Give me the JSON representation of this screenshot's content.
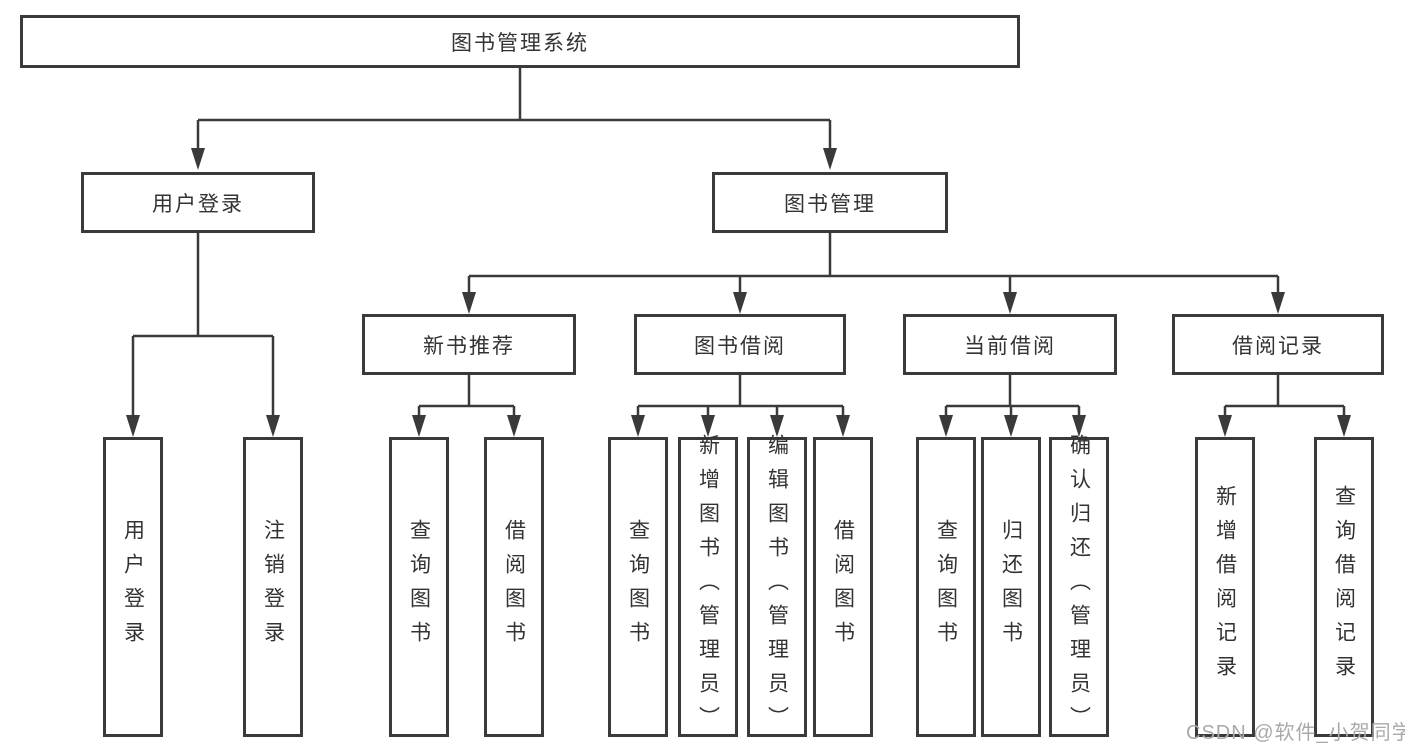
{
  "diagram": {
    "root": {
      "label": "图书管理系统"
    },
    "branches": [
      {
        "label": "用户登录",
        "children": [
          {
            "label": "用户登录"
          },
          {
            "label": "注销登录"
          }
        ]
      },
      {
        "label": "图书管理",
        "children": [
          {
            "label": "新书推荐",
            "children": [
              {
                "label": "查询图书"
              },
              {
                "label": "借阅图书"
              }
            ]
          },
          {
            "label": "图书借阅",
            "children": [
              {
                "label": "查询图书"
              },
              {
                "label": "新增图书（管理员）"
              },
              {
                "label": "编辑图书（管理员）"
              },
              {
                "label": "借阅图书"
              }
            ]
          },
          {
            "label": "当前借阅",
            "children": [
              {
                "label": "查询图书"
              },
              {
                "label": "归还图书"
              },
              {
                "label": "确认归还（管理员）"
              }
            ]
          },
          {
            "label": "借阅记录",
            "children": [
              {
                "label": "新增借阅记录"
              },
              {
                "label": "查询借阅记录"
              }
            ]
          }
        ]
      }
    ]
  },
  "watermark": {
    "text": "CSDN @软件_小贺同学"
  },
  "colors": {
    "line": "#3a3a3a",
    "box_border": "#3a3a3a",
    "box_fill": "#ffffff",
    "text": "#333333",
    "watermark": "#a9a9a9",
    "background": "#ffffff"
  }
}
